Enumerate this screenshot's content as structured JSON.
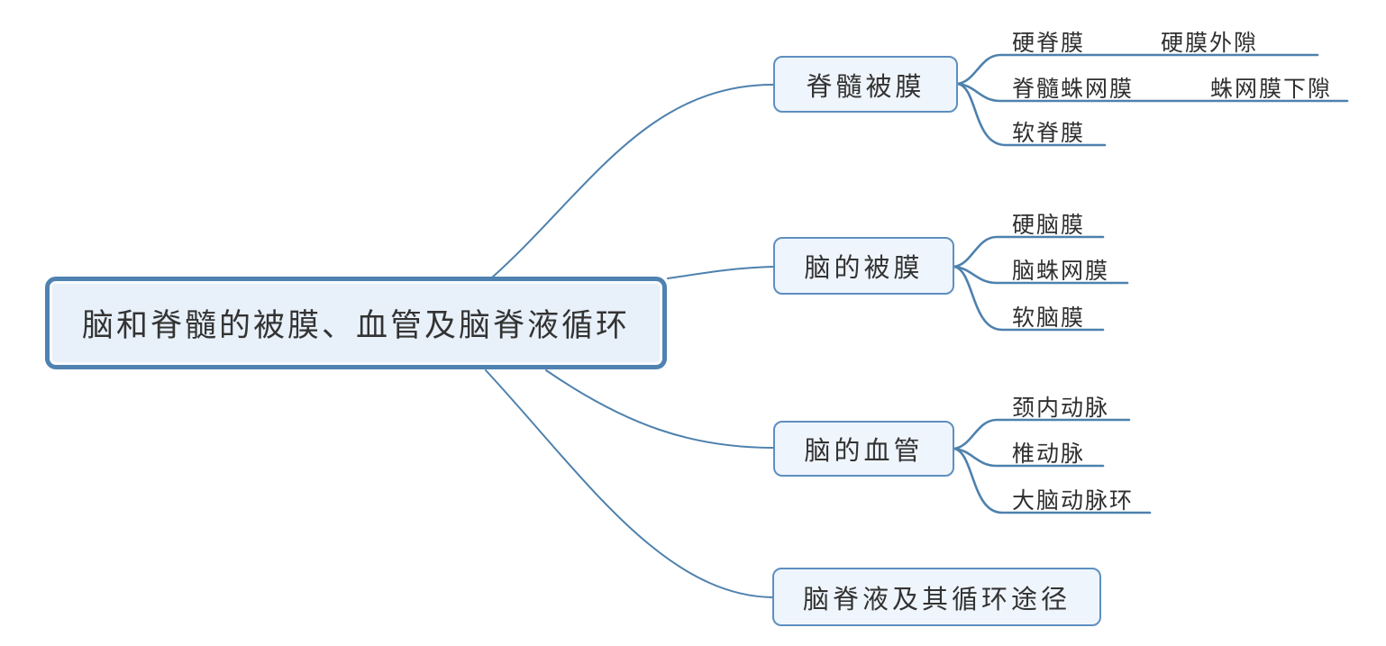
{
  "colors": {
    "edge": "#4e81ad",
    "root_border": "#4f82b0",
    "root_fill": "#e8f0f9",
    "topic_border": "#5e8fc0",
    "topic_fill": "#eff5fc",
    "text": "#333333"
  },
  "root": {
    "label": "脑和脊髓的被膜、血管及脑脊液循环"
  },
  "branches": [
    {
      "label": "脊髓被膜",
      "children": [
        {
          "label": "硬脊膜",
          "children": [
            {
              "label": "硬膜外隙"
            }
          ]
        },
        {
          "label": "脊髓蛛网膜",
          "children": [
            {
              "label": "蛛网膜下隙"
            }
          ]
        },
        {
          "label": "软脊膜"
        }
      ]
    },
    {
      "label": "脑的被膜",
      "children": [
        {
          "label": "硬脑膜"
        },
        {
          "label": "脑蛛网膜"
        },
        {
          "label": "软脑膜"
        }
      ]
    },
    {
      "label": "脑的血管",
      "children": [
        {
          "label": "颈内动脉"
        },
        {
          "label": "椎动脉"
        },
        {
          "label": "大脑动脉环"
        }
      ]
    },
    {
      "label": "脑脊液及其循环途径",
      "children": []
    }
  ]
}
